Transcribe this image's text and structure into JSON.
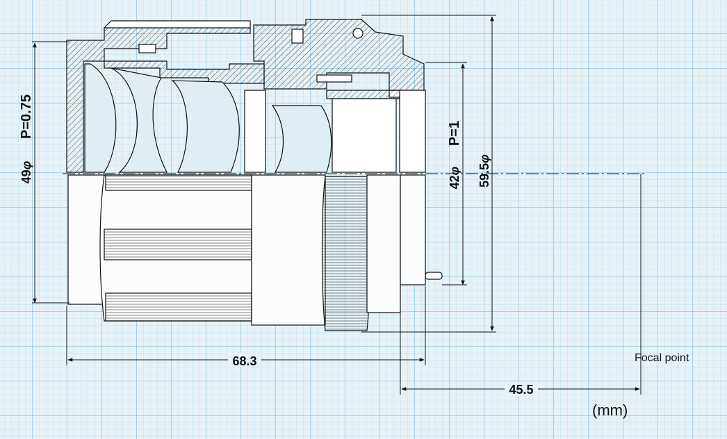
{
  "dimensions": {
    "front_thread": "P=0.75",
    "front_diameter": "49",
    "rear_thread": "P=1",
    "rear_diameter": "42",
    "max_diameter": "59.5",
    "diameter_symbol": "φ",
    "length": "68.3",
    "flange_focal": "45.5"
  },
  "labels": {
    "focal_point": "Focal point",
    "units": "(mm)"
  },
  "colors": {
    "paper": "#e6f2f7",
    "grid_minor": "#a9d3e6",
    "grid_major": "#6fb6d5",
    "ink": "#111111",
    "glass": "#dfeef4"
  }
}
